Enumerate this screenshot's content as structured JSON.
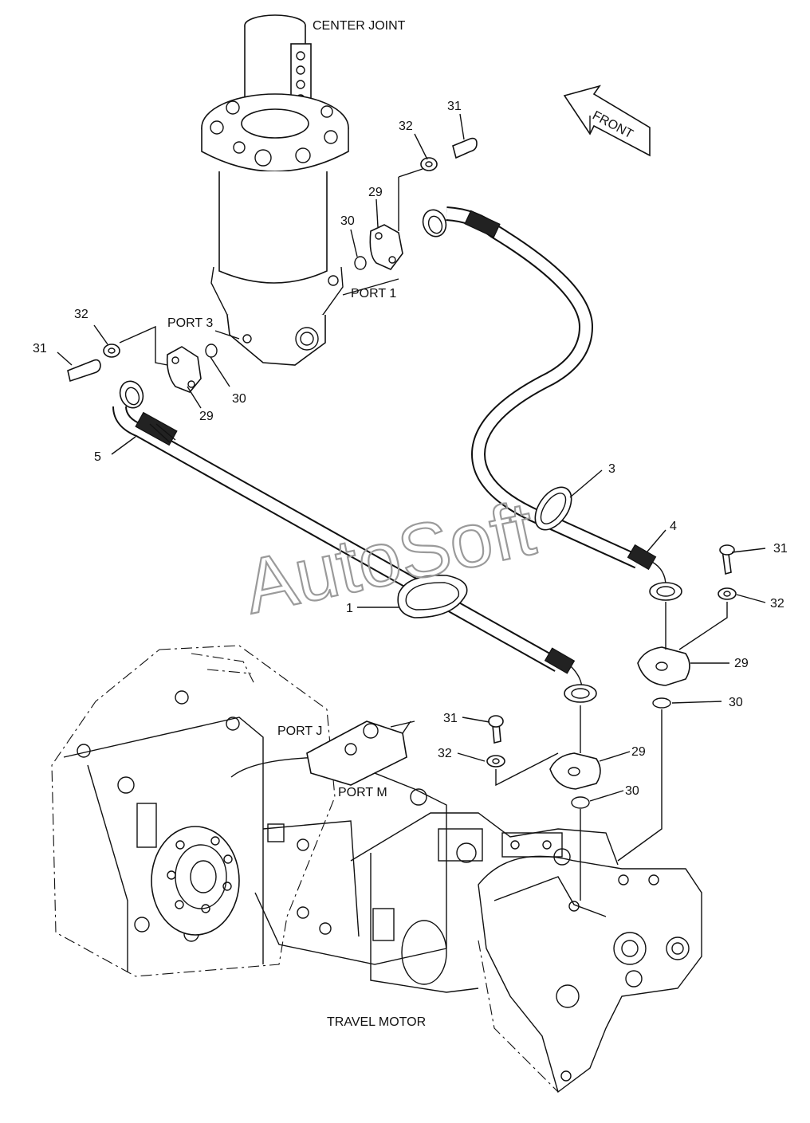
{
  "labels": {
    "center_joint": "CENTER JOINT",
    "front": "FRONT",
    "port_1": "PORT 1",
    "port_3": "PORT 3",
    "port_j": "PORT J",
    "port_m": "PORT M",
    "travel_motor": "TRAVEL MOTOR"
  },
  "watermark": "AutoSoft",
  "callouts": {
    "c31_top": "31",
    "c32_top": "32",
    "c29_top": "29",
    "c30_top": "30",
    "c32_left": "32",
    "c31_left": "31",
    "c30_left": "30",
    "c29_left": "29",
    "c5": "5",
    "c3": "3",
    "c4": "4",
    "c1": "1",
    "c31_right": "31",
    "c32_right": "32",
    "c29_right": "29",
    "c30_right": "30",
    "c31_mid": "31",
    "c32_mid": "32",
    "c29_mid": "29",
    "c30_mid": "30"
  },
  "colors": {
    "line": "#111111",
    "watermark": "#9a9a9a",
    "background": "#ffffff"
  }
}
